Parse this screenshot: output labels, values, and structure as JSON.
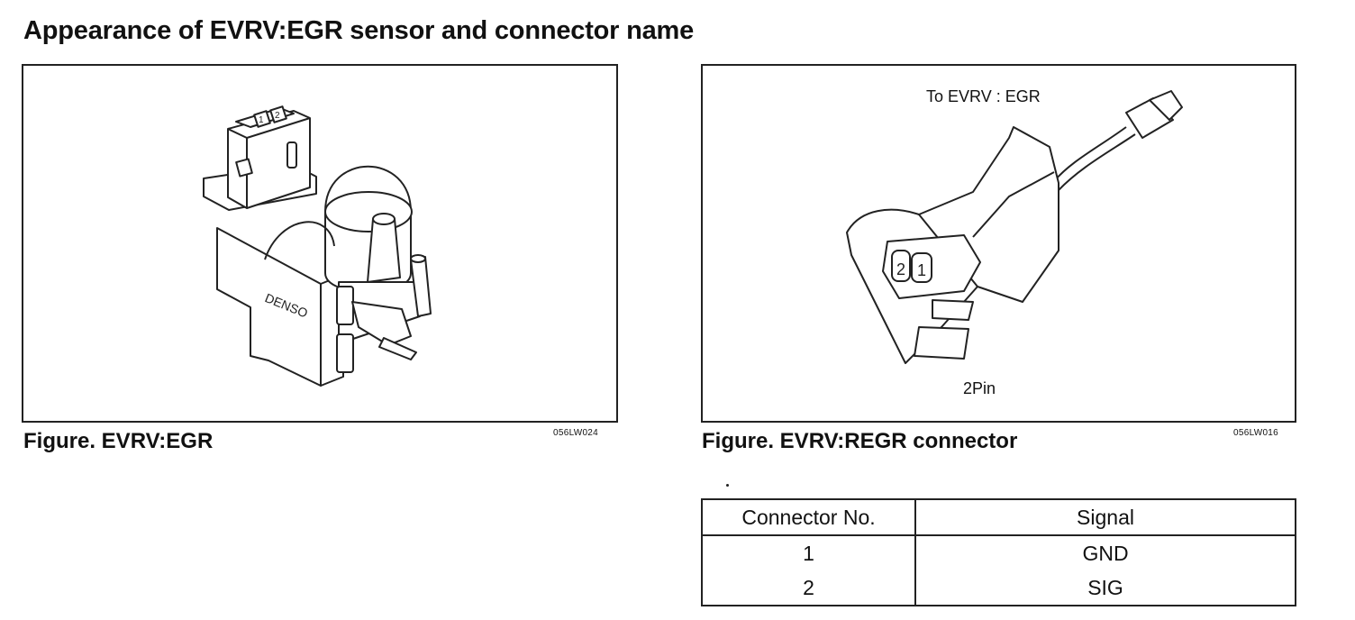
{
  "title": "Appearance of EVRV:EGR sensor and connector name",
  "left_figure": {
    "caption": "Figure. EVRV:EGR",
    "code": "056LW024",
    "brand_label": "DENSO",
    "pin_labels": [
      "1",
      "2"
    ]
  },
  "right_figure": {
    "caption": "Figure. EVRV:REGR connector",
    "code": "056LW016",
    "top_label": "To EVRV : EGR",
    "bottom_label": "2Pin",
    "pin_labels": [
      "2",
      "1"
    ]
  },
  "table": {
    "headers": [
      "Connector No.",
      "Signal"
    ],
    "rows": [
      {
        "no": "1",
        "signal": "GND"
      },
      {
        "no": "2",
        "signal": "SIG"
      }
    ]
  }
}
